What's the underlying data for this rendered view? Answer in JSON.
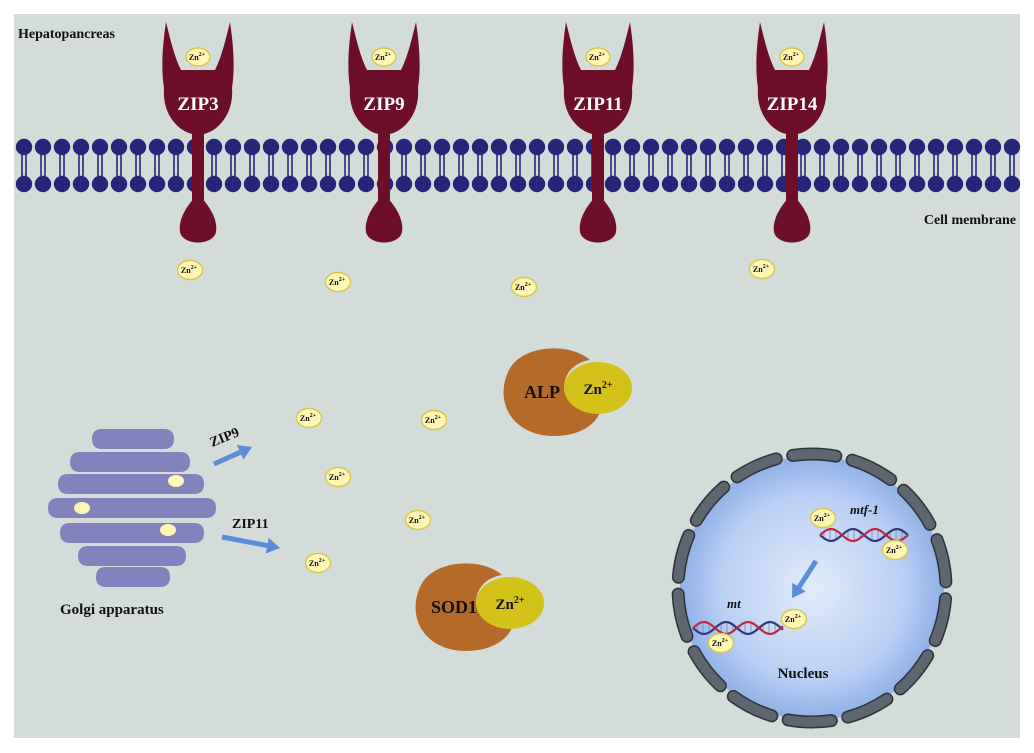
{
  "colors": {
    "background": "#d3dcd8",
    "membrane_head": "#27257a",
    "transporter": "#6e0f2a",
    "zinc_fill": "#fdf6b4",
    "zinc_stroke": "#d8c845",
    "enzyme_brown": "#b46b2a",
    "enzyme_yellow": "#d3c21a",
    "golgi": "#8482bc",
    "arrow": "#5b8dd8",
    "nucleus_fill": "#b7cdf2",
    "nucleus_pore": "#5e6670"
  },
  "labels": {
    "compartment": "Hepatopancreas",
    "membrane": "Cell membrane",
    "golgi": "Golgi apparatus",
    "nucleus": "Nucleus"
  },
  "ion": {
    "symbol": "Zn",
    "charge": "2+"
  },
  "transporters": [
    {
      "name": "ZIP3"
    },
    {
      "name": "ZIP9"
    },
    {
      "name": "ZIP11"
    },
    {
      "name": "ZIP14"
    }
  ],
  "golgi_exports": [
    {
      "label": "ZIP9"
    },
    {
      "label": "ZIP11"
    }
  ],
  "enzymes": [
    {
      "name": "ALP"
    },
    {
      "name": "SOD1"
    }
  ],
  "genes": [
    {
      "name": "mtf-1"
    },
    {
      "name": "mt"
    }
  ]
}
